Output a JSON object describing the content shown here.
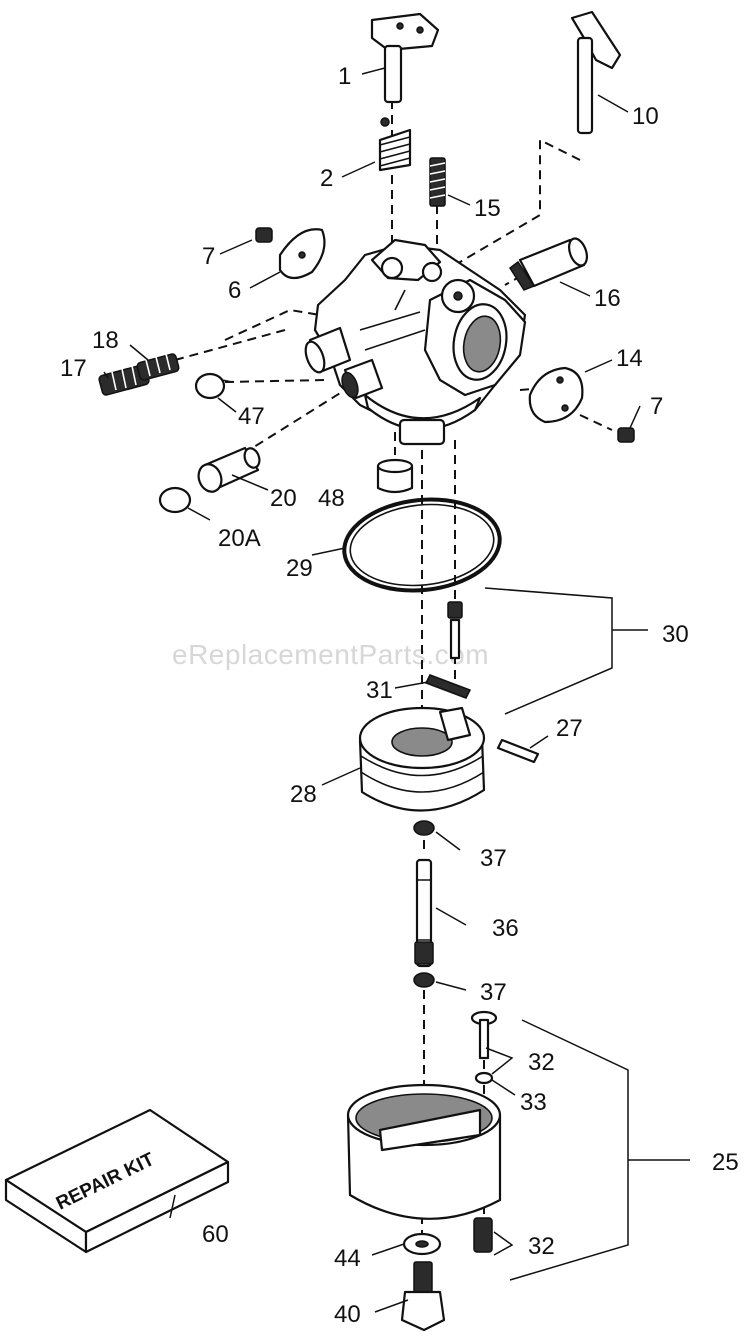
{
  "watermark": "eReplacementParts.com",
  "repair_kit_text": "REPAIR KIT",
  "callouts": {
    "c1": "1",
    "c2": "2",
    "c6": "6",
    "c7a": "7",
    "c7b": "7",
    "c10": "10",
    "c14": "14",
    "c15": "15",
    "c16": "16",
    "c17": "17",
    "c18": "18",
    "c20": "20",
    "c20a": "20A",
    "c25": "25",
    "c27": "27",
    "c28": "28",
    "c29": "29",
    "c30": "30",
    "c31": "31",
    "c32a": "32",
    "c32b": "32",
    "c33": "33",
    "c36": "36",
    "c37a": "37",
    "c37b": "37",
    "c40": "40",
    "c44": "44",
    "c47": "47",
    "c48": "48",
    "c60": "60"
  }
}
